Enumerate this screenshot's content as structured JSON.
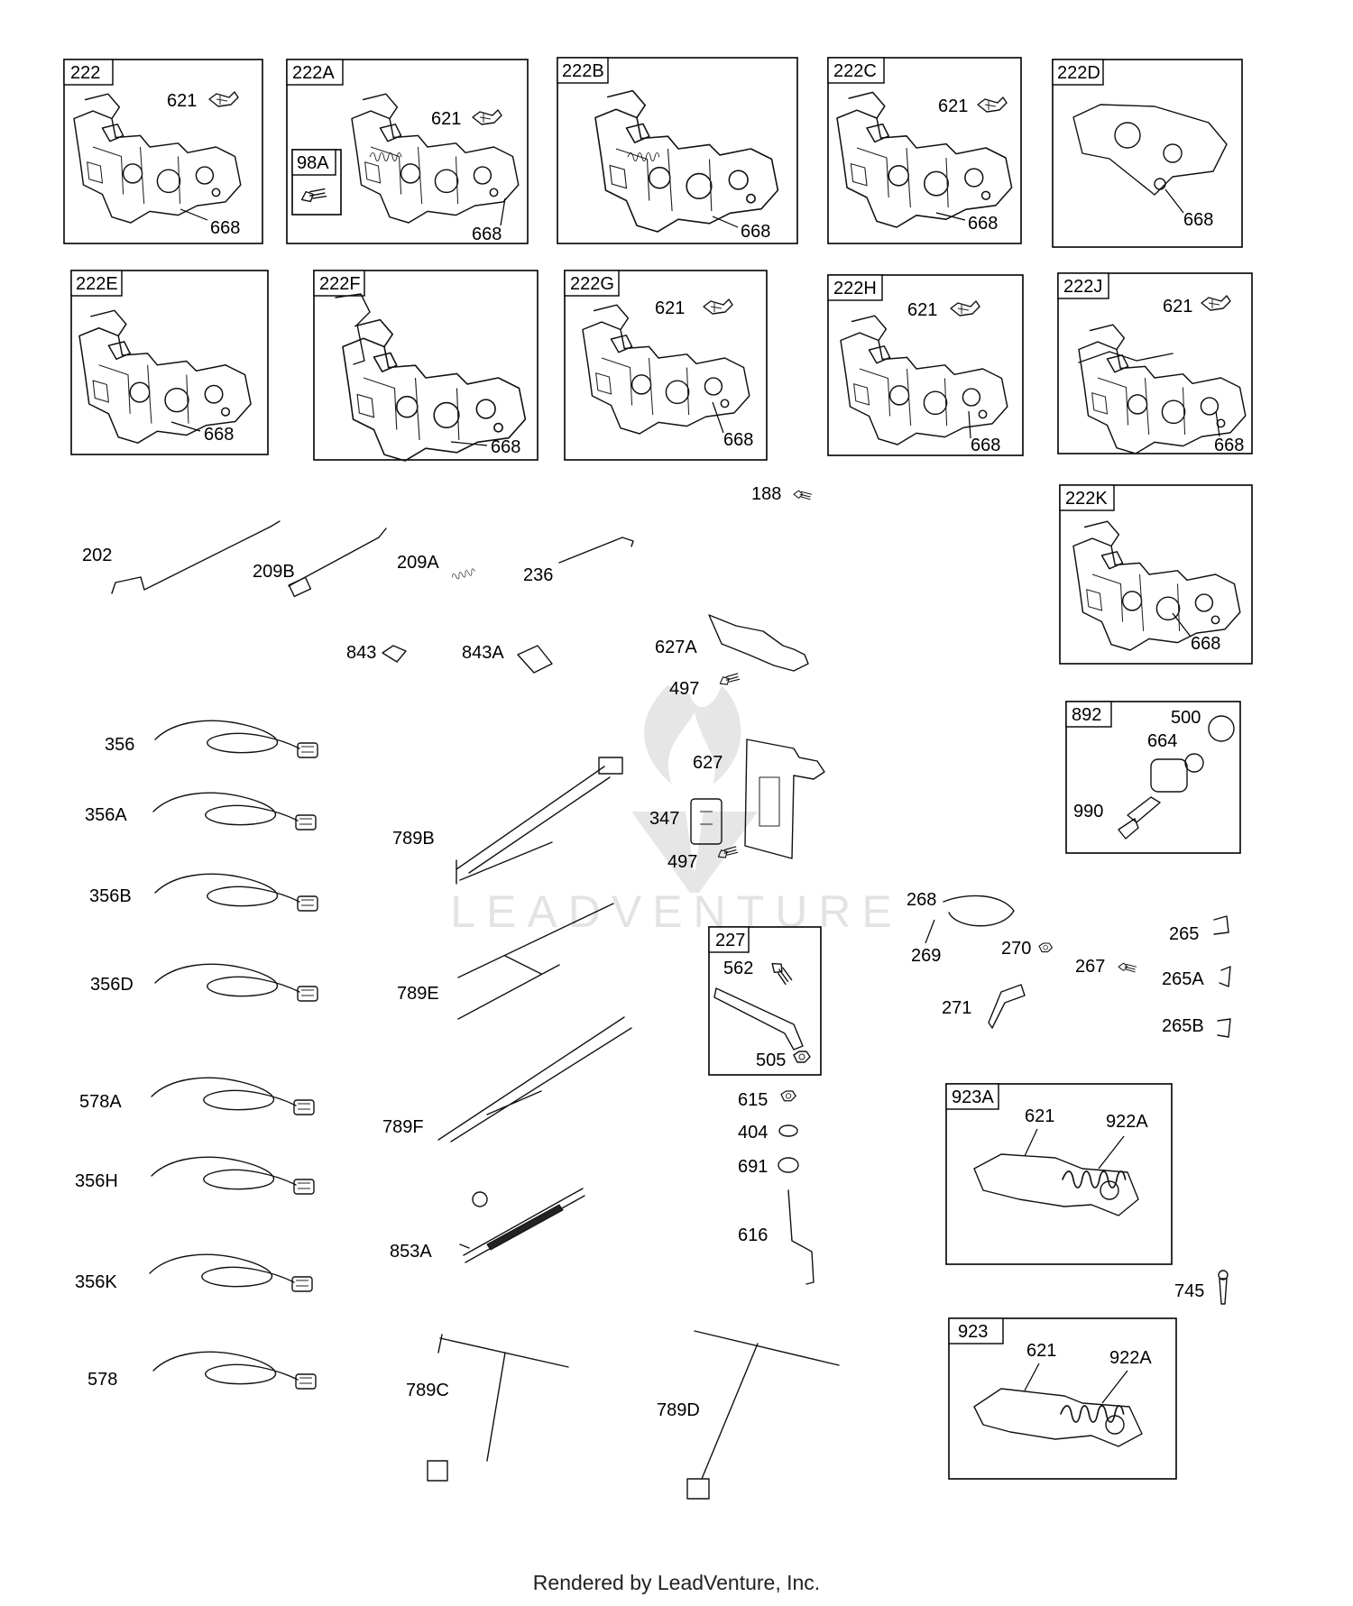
{
  "footer": "Rendered by LeadVenture, Inc.",
  "watermark": "LEADVENTURE",
  "colors": {
    "line": "#000000",
    "watermark": "#e6e6e6",
    "background": "#ffffff"
  },
  "boxes": [
    {
      "id": "222",
      "parts": [
        "621",
        "668"
      ]
    },
    {
      "id": "222A",
      "parts": [
        "621",
        "668",
        "98A"
      ]
    },
    {
      "id": "222B",
      "parts": [
        "668"
      ]
    },
    {
      "id": "222C",
      "parts": [
        "621",
        "668"
      ]
    },
    {
      "id": "222D",
      "parts": [
        "668"
      ]
    },
    {
      "id": "222E",
      "parts": [
        "668"
      ]
    },
    {
      "id": "222F",
      "parts": [
        "668"
      ]
    },
    {
      "id": "222G",
      "parts": [
        "621",
        "668"
      ]
    },
    {
      "id": "222H",
      "parts": [
        "621",
        "668"
      ]
    },
    {
      "id": "222J",
      "parts": [
        "621",
        "668"
      ]
    },
    {
      "id": "222K",
      "parts": [
        "668"
      ]
    },
    {
      "id": "892",
      "parts": [
        "500",
        "664",
        "990"
      ]
    },
    {
      "id": "227",
      "parts": [
        "562",
        "505"
      ]
    },
    {
      "id": "923A",
      "parts": [
        "621",
        "922A"
      ]
    },
    {
      "id": "923",
      "parts": [
        "621",
        "922A"
      ]
    }
  ],
  "loose_parts": [
    "188",
    "202",
    "209B",
    "209A",
    "236",
    "843",
    "843A",
    "627A",
    "497",
    "627",
    "347",
    "356",
    "356A",
    "356B",
    "356D",
    "578A",
    "356H",
    "356K",
    "578",
    "789B",
    "789E",
    "789F",
    "853A",
    "789C",
    "789D",
    "268",
    "269",
    "270",
    "271",
    "265",
    "265A",
    "265B",
    "267",
    "615",
    "404",
    "691",
    "616",
    "745"
  ]
}
